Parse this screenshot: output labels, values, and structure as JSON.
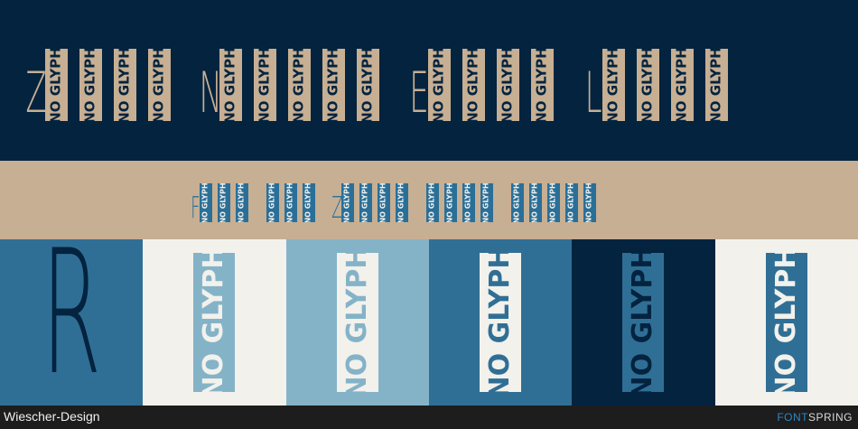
{
  "colors": {
    "navy": "#03233f",
    "tan": "#c7af93",
    "steel_blue": "#2a6f98",
    "mid_blue": "#306f95",
    "light_blue": "#84b3c8",
    "off_white": "#f2f1ec",
    "footer_bg": "#1d1d1d"
  },
  "placeholder_glyph_text": "NO GLYPH",
  "top_row": {
    "words": [
      {
        "initial": "Z",
        "boxes": 4
      },
      {
        "initial": "N",
        "boxes": 5
      },
      {
        "initial": "E",
        "boxes": 4
      },
      {
        "initial": "L",
        "boxes": 4
      }
    ]
  },
  "mid_row": {
    "words": [
      {
        "initial": "F",
        "boxes": 3
      },
      {
        "initial": "",
        "boxes": 3
      },
      {
        "initial": "Z",
        "boxes": 4
      },
      {
        "initial": "",
        "boxes": 4
      },
      {
        "initial": "",
        "boxes": 5
      }
    ]
  },
  "panels": [
    {
      "kind": "letter",
      "letter": "R",
      "bg": "#306f95",
      "fg": "#03233f"
    },
    {
      "kind": "glyph",
      "bg": "#f2f1ec",
      "box": "#84b3c8",
      "fg": "#f2f1ec"
    },
    {
      "kind": "glyph",
      "bg": "#84b3c8",
      "box": "#f2f1ec",
      "fg": "#84b3c8"
    },
    {
      "kind": "glyph",
      "bg": "#306f95",
      "box": "#f2f1ec",
      "fg": "#306f95"
    },
    {
      "kind": "glyph",
      "bg": "#03233f",
      "box": "#306f95",
      "fg": "#03233f"
    },
    {
      "kind": "glyph",
      "bg": "#f2f1ec",
      "box": "#306f95",
      "fg": "#f2f1ec"
    }
  ],
  "footer": {
    "designer": "Wiescher-Design",
    "brand_part1": "FONT",
    "brand_part2": "SPRING"
  }
}
